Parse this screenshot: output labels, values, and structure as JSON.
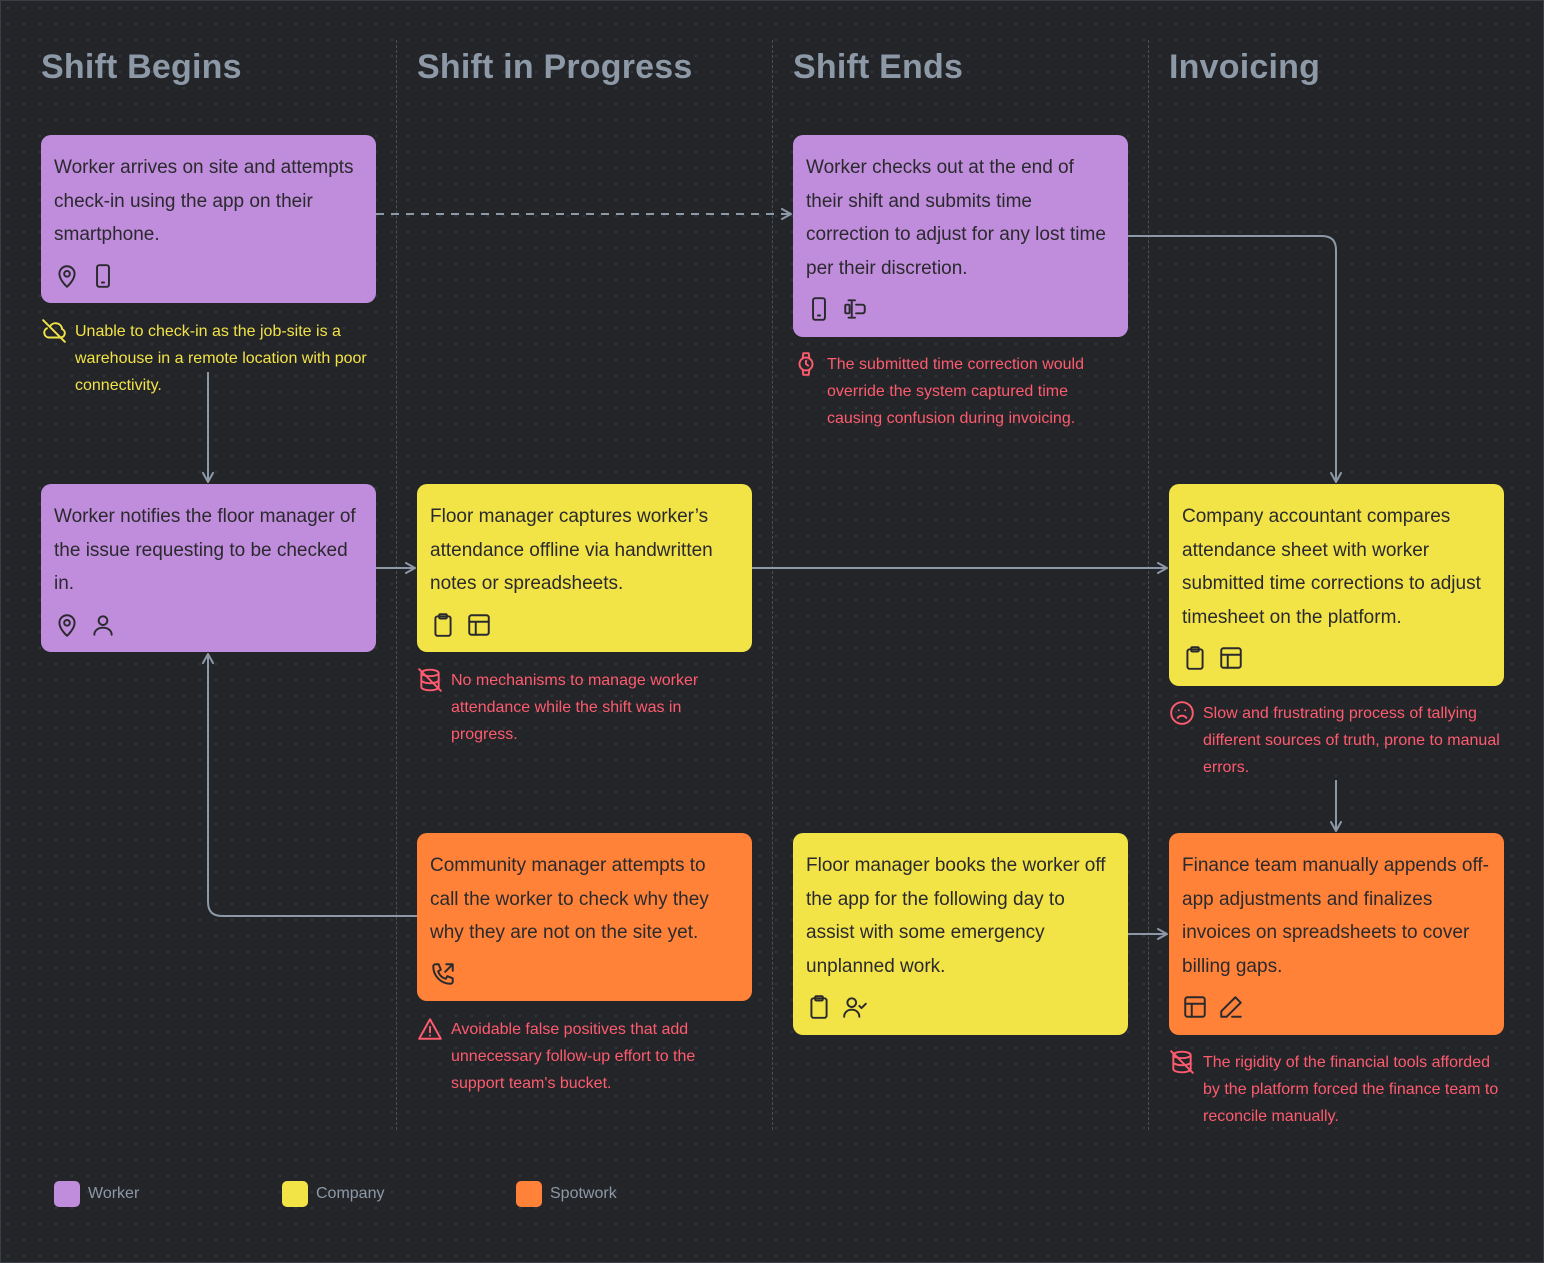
{
  "lanes": [
    "Shift Begins",
    "Shift in Progress",
    "Shift Ends",
    "Invoicing"
  ],
  "colors": {
    "worker": "#c08cdc",
    "company": "#f2e347",
    "spotwork": "#ff8238",
    "connector": "#8d99a6",
    "note_warning": "#f2e347",
    "note_pain": "#ff5b6e"
  },
  "cards": {
    "worker_checkin": {
      "text": "Worker arrives on site and attempts check-in using the app on their smartphone.",
      "role": "worker",
      "icons": [
        "location-pin-icon",
        "smartphone-icon"
      ]
    },
    "worker_checkout": {
      "text": "Worker checks out at the end of their shift and submits time correction to adjust for any lost time per their discretion.",
      "role": "worker",
      "icons": [
        "smartphone-icon",
        "time-correction-icon"
      ]
    },
    "worker_notifies": {
      "text": "Worker notifies the floor manager of the issue requesting to be checked in.",
      "role": "worker",
      "icons": [
        "location-pin-icon",
        "user-icon"
      ]
    },
    "floor_offline": {
      "text": "Floor manager captures worker’s attendance offline via handwritten notes or spreadsheets.",
      "role": "company",
      "icons": [
        "clipboard-icon",
        "spreadsheet-icon"
      ]
    },
    "accountant_compares": {
      "text": "Company accountant compares attendance sheet with worker submitted time corrections to adjust timesheet on the platform.",
      "role": "company",
      "icons": [
        "clipboard-icon",
        "spreadsheet-icon"
      ]
    },
    "community_call": {
      "text": "Community manager attempts to call the worker to check why they why they are not on the site yet.",
      "role": "spotwork",
      "icons": [
        "phone-outgoing-icon"
      ]
    },
    "floor_books": {
      "text": "Floor manager books the worker off the app for the following day to assist with some emergency unplanned work.",
      "role": "company",
      "icons": [
        "clipboard-icon",
        "user-check-icon"
      ]
    },
    "finance_appends": {
      "text": "Finance team manually appends off-app adjustments and finalizes invoices on spreadsheets to cover billing gaps.",
      "role": "spotwork",
      "icons": [
        "spreadsheet-icon",
        "pen-icon"
      ]
    }
  },
  "notes": {
    "connectivity": {
      "text": "Unable to check-in as the job-site is a warehouse in a remote location with poor connectivity.",
      "icon": "cloud-off-icon",
      "tone": "warning"
    },
    "override": {
      "text": "The submitted time correction would override the system captured time causing confusion during invoicing.",
      "icon": "watch-icon",
      "tone": "pain"
    },
    "no_mechanism": {
      "text": "No mechanisms to manage worker attendance while the shift was in progress.",
      "icon": "database-off-icon",
      "tone": "pain"
    },
    "slow_process": {
      "text": "Slow and frustrating process of tallying different sources of truth, prone to manual errors.",
      "icon": "sad-face-icon",
      "tone": "pain"
    },
    "false_positives": {
      "text": "Avoidable false positives that add unnecessary follow-up effort to the support team's bucket.",
      "icon": "warning-triangle-icon",
      "tone": "pain"
    },
    "rigidity": {
      "text": "The rigidity of the financial tools afforded by the platform forced the finance team to reconcile manually.",
      "icon": "database-off-icon",
      "tone": "pain"
    }
  },
  "legend": [
    {
      "label": "Worker",
      "role": "worker"
    },
    {
      "label": "Company",
      "role": "company"
    },
    {
      "label": "Spotwork",
      "role": "spotwork"
    }
  ]
}
